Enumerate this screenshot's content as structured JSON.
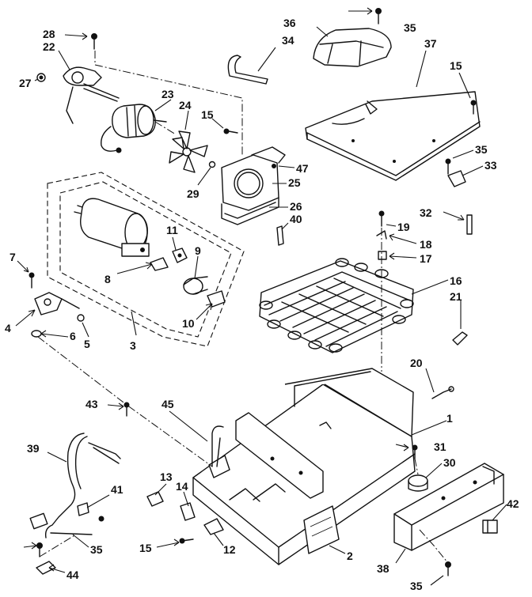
{
  "callouts": {
    "c1": "1",
    "c2": "2",
    "c3": "3",
    "c4": "4",
    "c5": "5",
    "c6": "6",
    "c7": "7",
    "c8": "8",
    "c9": "9",
    "c10": "10",
    "c11": "11",
    "c12": "12",
    "c13": "13",
    "c14": "14",
    "c15a": "15",
    "c15b": "15",
    "c15c": "15",
    "c16": "16",
    "c17": "17",
    "c18": "18",
    "c19": "19",
    "c20": "20",
    "c21": "21",
    "c22": "22",
    "c23": "23",
    "c24": "24",
    "c25": "25",
    "c26": "26",
    "c27": "27",
    "c28": "28",
    "c29": "29",
    "c30": "30",
    "c31": "31",
    "c32": "32",
    "c33": "33",
    "c34": "34",
    "c35a": "35",
    "c35b": "35",
    "c35c": "35",
    "c35d": "35",
    "c36": "36",
    "c37": "37",
    "c38": "38",
    "c39": "39",
    "c40": "40",
    "c41": "41",
    "c42": "42",
    "c43": "43",
    "c44": "44",
    "c45": "45",
    "c47": "47"
  }
}
